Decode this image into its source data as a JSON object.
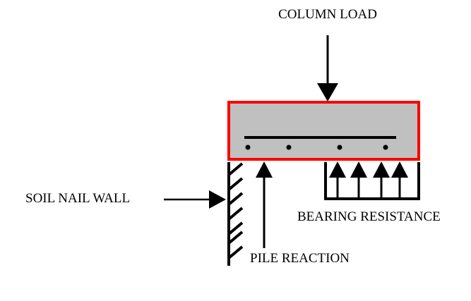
{
  "labels": {
    "column_load": "COLUMN LOAD",
    "soil_nail_wall": "SOIL NAIL WALL",
    "bearing_resistance": "BEARING RESISTANCE",
    "pile_reaction": "PILE REACTION"
  },
  "colors": {
    "footing_fill": "#c0c0c0",
    "footing_border": "#ff0000",
    "lines": "#000000",
    "background": "#ffffff"
  },
  "counts": {
    "reinforcement_dots": 4,
    "bearing_arrows": 4,
    "wall_hatches": 7
  }
}
